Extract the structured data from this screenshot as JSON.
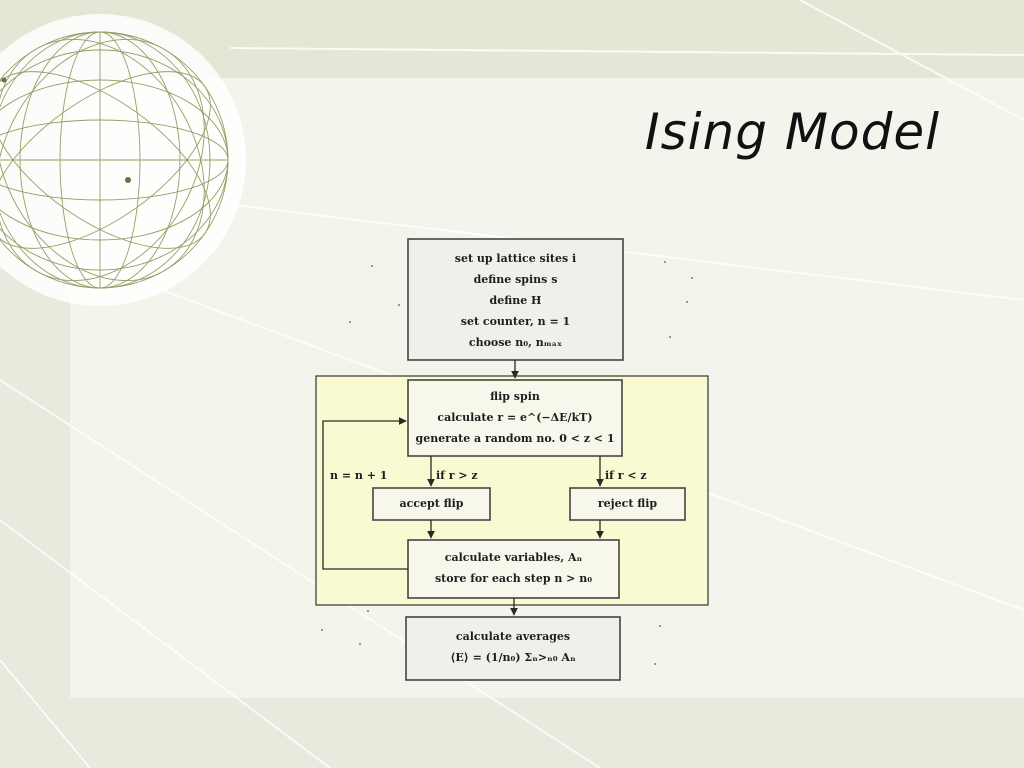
{
  "slide": {
    "title": "Ising Model"
  },
  "flowchart": {
    "init_box": {
      "lines": [
        "set up lattice sites i",
        "define spins s",
        "define H",
        "set counter, n = 1",
        "choose n₀, nₘₐₓ"
      ]
    },
    "flip_box": {
      "lines": [
        "flip spin",
        "calculate r = e^(−ΔE/kT)",
        "generate a random no. 0 < z < 1"
      ]
    },
    "accept_box": {
      "label": "accept flip"
    },
    "reject_box": {
      "label": "reject flip"
    },
    "calc_box": {
      "lines": [
        "calculate variables, Aₙ",
        "store for each step n > n₀"
      ]
    },
    "avg_box": {
      "lines": [
        "calculate averages",
        "⟨E⟩ = (1/n₀) Σₙ>ₙ₀ Aₙ"
      ]
    },
    "edges": {
      "counter_label": "n = n + 1",
      "accept_label": "if r > z",
      "reject_label": "if r < z"
    }
  },
  "colors": {
    "background": "#e9ecdf",
    "highlight": "#fafad2",
    "box_fill": "#eef0ea",
    "ink": "#2a2a2a"
  }
}
